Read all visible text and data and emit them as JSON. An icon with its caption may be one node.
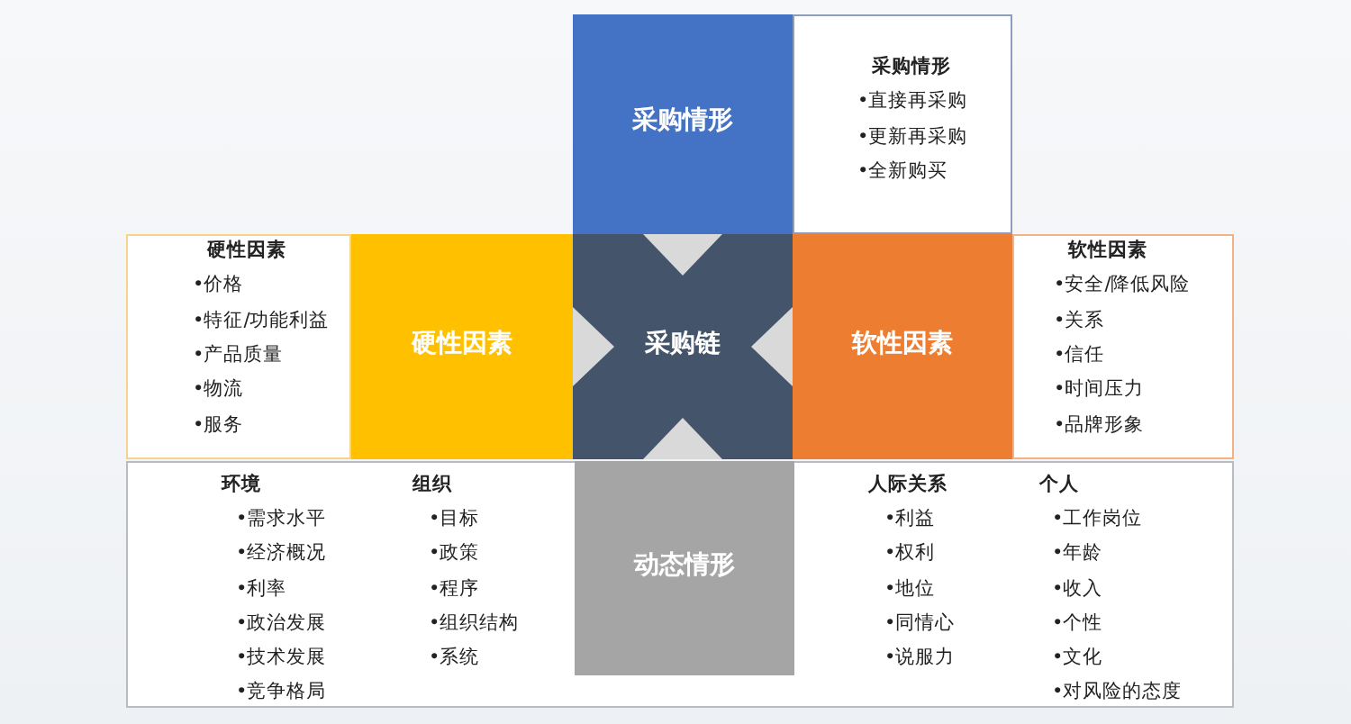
{
  "diagram": {
    "nodes": [
      {
        "text": [
          "采购情形"
        ]
      },
      {
        "text": [
          "采购情形",
          "•直接再采购",
          "•更新再采购",
          "•全新购买"
        ]
      },
      {
        "text": [
          "硬性因素",
          "•价格",
          "•特征/功能利益",
          "•产品质量",
          "•物流",
          "•服务"
        ]
      },
      {
        "text": [
          "硬性因素"
        ]
      },
      {
        "text": [
          "采购链"
        ]
      },
      {
        "text": [
          "软性因素"
        ]
      },
      {
        "text": [
          "软性因素",
          "•安全/降低风险",
          "•关系",
          "•信任",
          "•时间压力",
          "•品牌形象"
        ]
      },
      {
        "text": [
          "环境",
          "•需求水平",
          "•经济概况",
          "•利率",
          "•政治发展",
          "•技术发展",
          "•竞争格局",
          "组织",
          "•目标",
          "•政策",
          "•程序",
          "•组织结构",
          "•系统",
          "人际关系",
          "•利益",
          "•权利",
          "•地位",
          "•同情心",
          "•说服力",
          "个人",
          "•工作岗位",
          "•年龄",
          "•收入",
          "•个性",
          "•文化",
          "•对风险的态度"
        ]
      },
      {
        "text": [
          "动态情形"
        ],
        "in": 7
      }
    ],
    "edges": [
      {
        "from": 3,
        "to": 4,
        "arrow": "to"
      },
      {
        "from": 0,
        "to": 4,
        "arrow": "to"
      },
      {
        "from": 5,
        "to": 4,
        "arrow": "to"
      },
      {
        "from": 8,
        "to": 4,
        "arrow": "to"
      }
    ]
  }
}
